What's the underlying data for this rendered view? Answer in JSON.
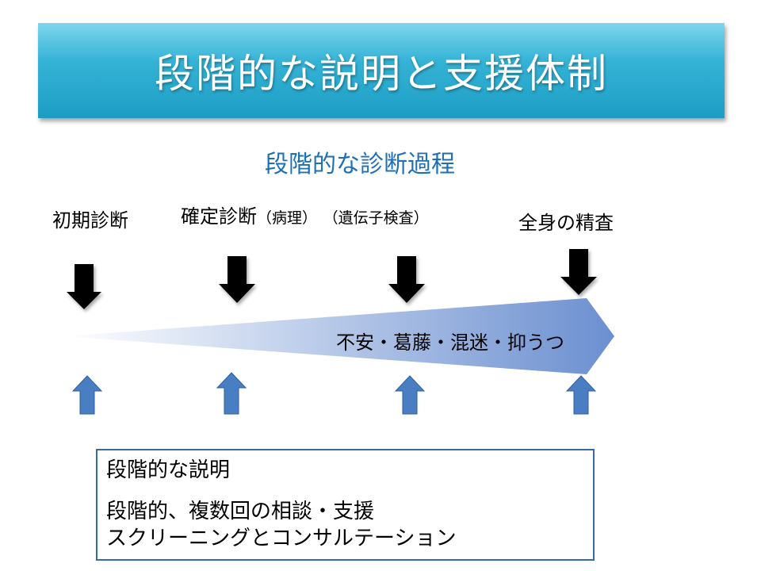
{
  "title": "段階的な説明と支援体制",
  "subtitle": "段階的な診断過程",
  "stages": {
    "first": "初期診断",
    "second_main": "確定診断",
    "second_p1": "（病理）",
    "second_p2": "（遺伝子検査）",
    "third": "全身の精査"
  },
  "emotions": "不安・葛藤・混迷・抑うつ",
  "support": {
    "line1": "段階的な説明",
    "line2": "段階的、複数回の相談・支援",
    "line3": "スクリーニングとコンサルテーション"
  },
  "icons": [
    "arrow-down-icon",
    "arrow-up-icon"
  ],
  "colors": {
    "title_gradient_top": "#7fd6ec",
    "title_gradient_bottom": "#1d9dc4",
    "subtitle": "#1f6fb6",
    "wedge_end": "#6b8fd0",
    "up_arrow": "#4a7ec2",
    "box_border": "#3a6aa3"
  }
}
